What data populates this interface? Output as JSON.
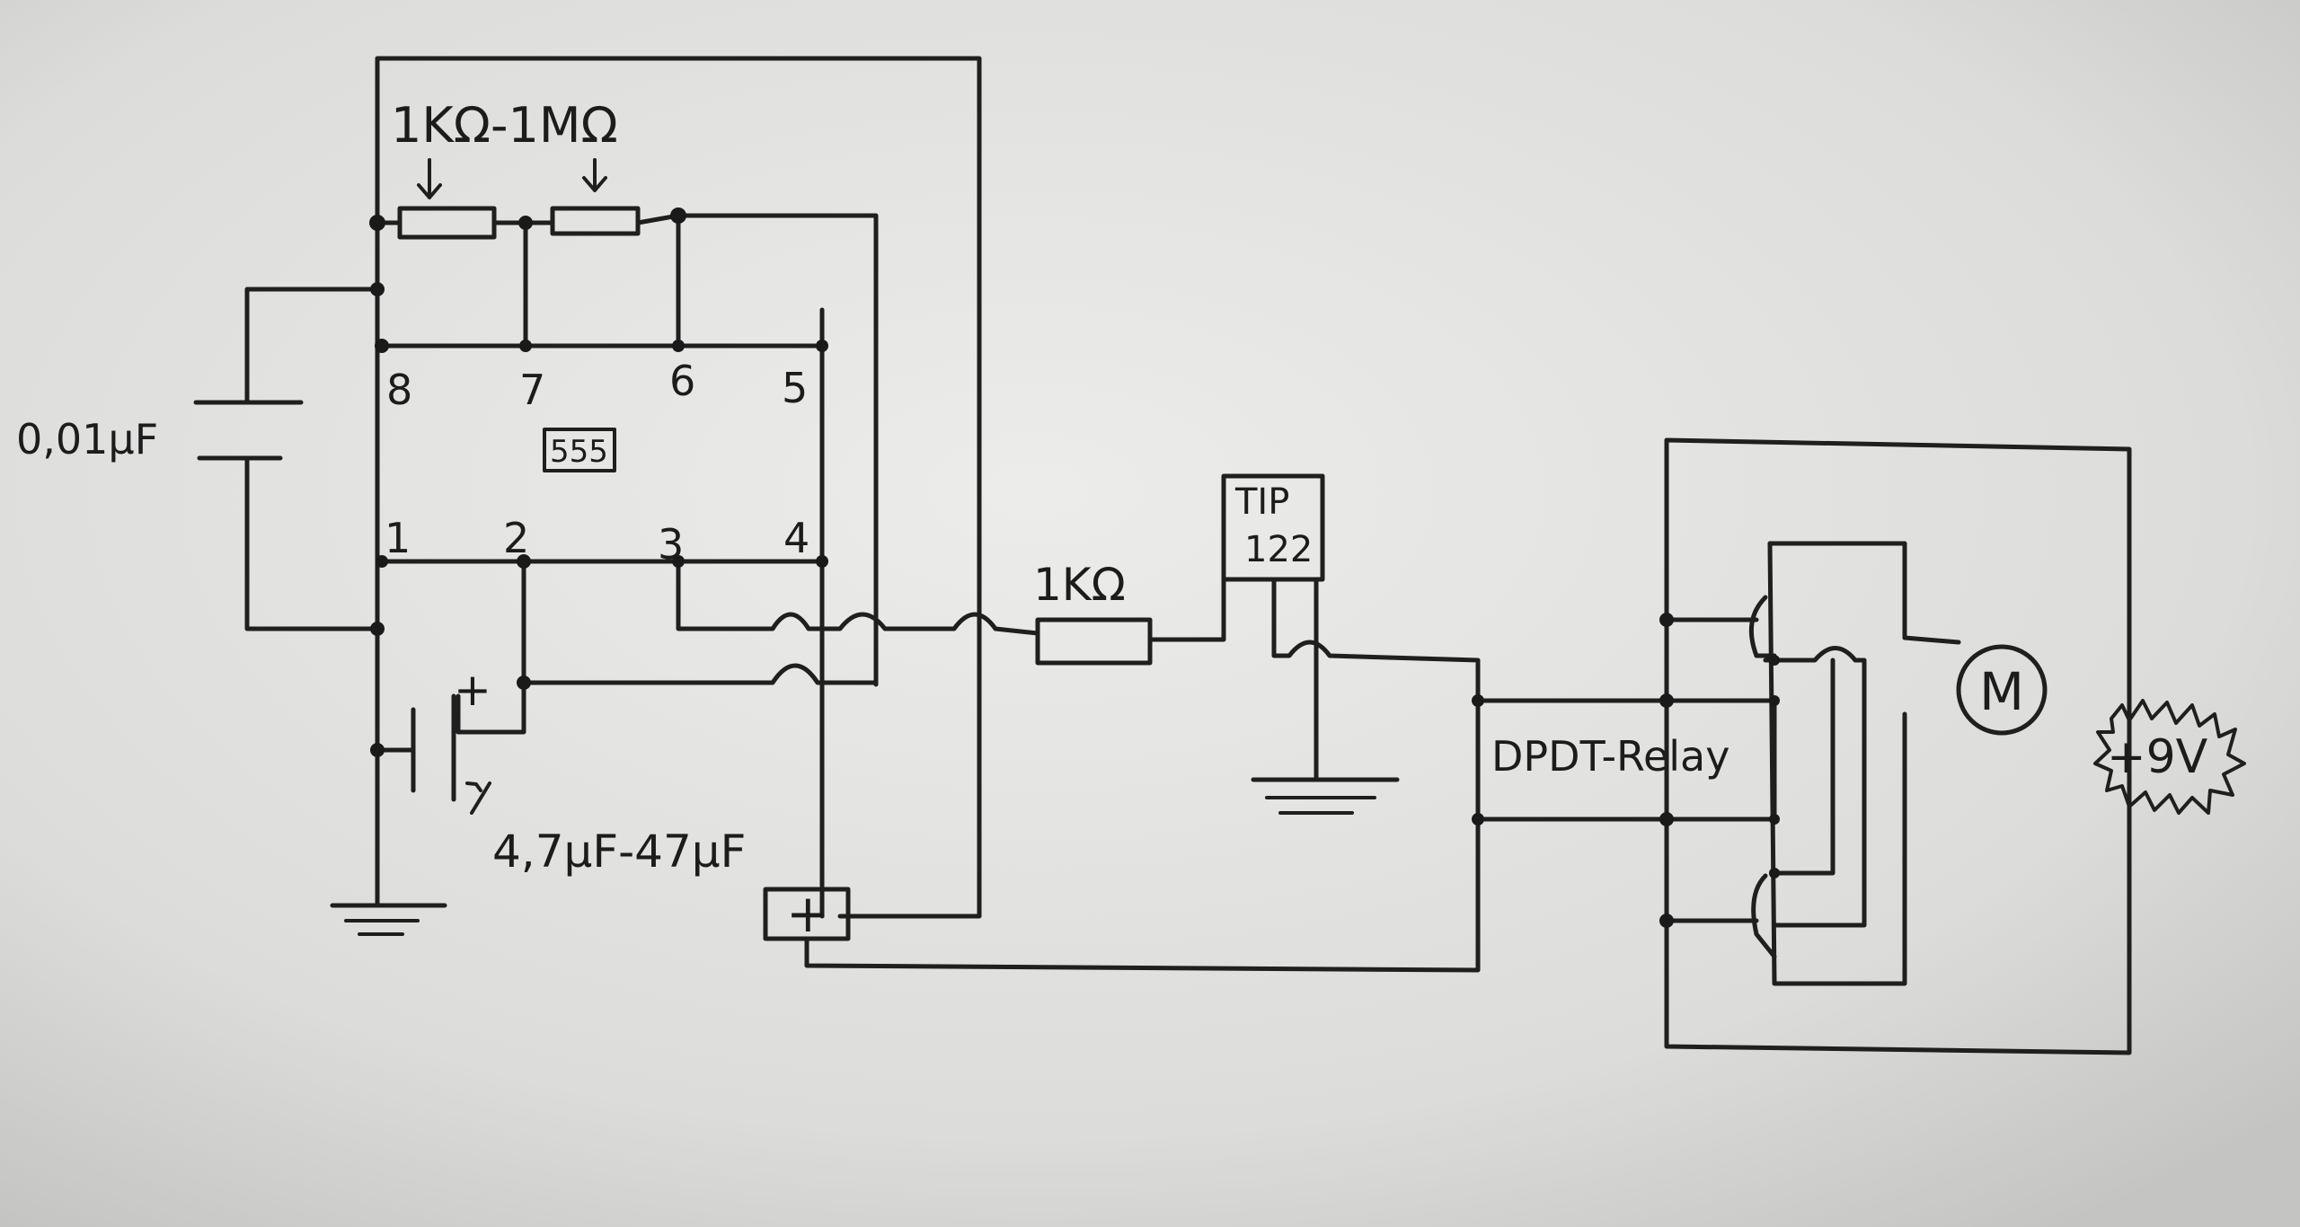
{
  "diagram": {
    "pot_label": "1KΩ-1MΩ",
    "cap_timing_label": "0,01μF",
    "ic_label": "555",
    "pins": [
      "8",
      "7",
      "6",
      "5",
      "1",
      "2",
      "3",
      "4"
    ],
    "cap_elec_label": "4,7μF-47μF",
    "resistor_label": "1KΩ",
    "transistor_line1": "TIP",
    "transistor_line2": "122",
    "relay_label": "DPDT-Relay",
    "motor_label": "M",
    "supply_label": "+9V",
    "battery_symbol": "+",
    "cap_plus": "+"
  },
  "colors": {
    "ink": "#1f1f1f",
    "paper": "#dcdcda"
  }
}
